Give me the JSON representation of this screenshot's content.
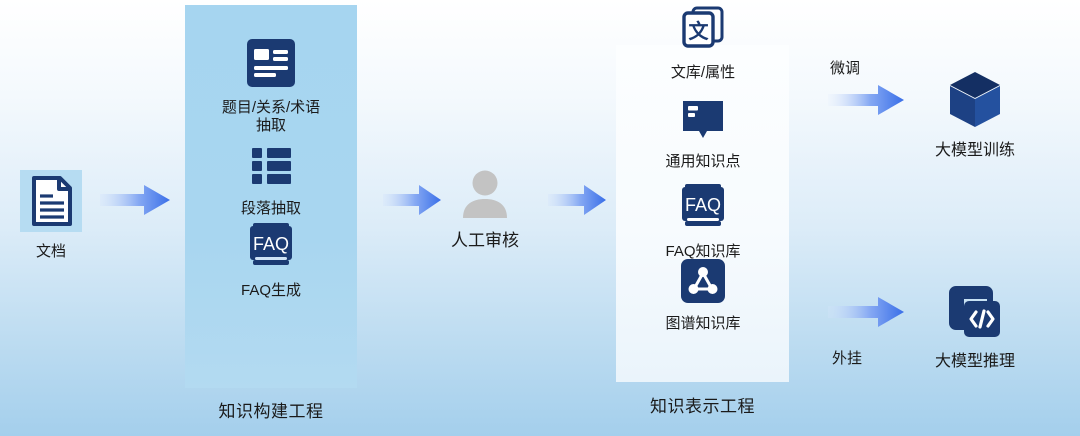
{
  "diagram": {
    "title_left_panel": "知识构建工程",
    "title_right_panel": "知识表示工程",
    "background_from": "#ffffff",
    "background_to": "#a4cfec",
    "accent_icon_color": "#1b3a72",
    "arrow_color": "#4a7ff0",
    "panel_left_color": "#a6d5f0",
    "panel_right_color": "#fbfdff"
  },
  "source": {
    "label": "文档",
    "icon": "document-icon"
  },
  "construction": {
    "caption": "知识构建工程",
    "items": [
      {
        "label": "题目/关系/术语\n抽取",
        "icon": "article-extract-icon"
      },
      {
        "label": "段落抽取",
        "icon": "list-icon"
      },
      {
        "label": "FAQ生成",
        "icon": "faq-book-icon"
      }
    ]
  },
  "review": {
    "label": "人工审核",
    "icon": "person-icon"
  },
  "representation": {
    "caption": "知识表示工程",
    "items": [
      {
        "label": "文库/属性",
        "icon": "text-library-icon"
      },
      {
        "label": "通用知识点",
        "icon": "open-book-icon"
      },
      {
        "label": "FAQ知识库",
        "icon": "faq-book-icon"
      },
      {
        "label": "图谱知识库",
        "icon": "graph-icon"
      }
    ]
  },
  "outputs": [
    {
      "edge_label": "微调",
      "label": "大模型训练",
      "icon": "cube-icon"
    },
    {
      "edge_label": "外挂",
      "label": "大模型推理",
      "icon": "code-window-icon"
    }
  ],
  "arrows": {
    "doc_to_construction": "arrow-right",
    "construction_to_review": "arrow-right",
    "review_to_representation": "arrow-right",
    "representation_to_training": "arrow-right",
    "representation_to_inference": "arrow-right"
  }
}
